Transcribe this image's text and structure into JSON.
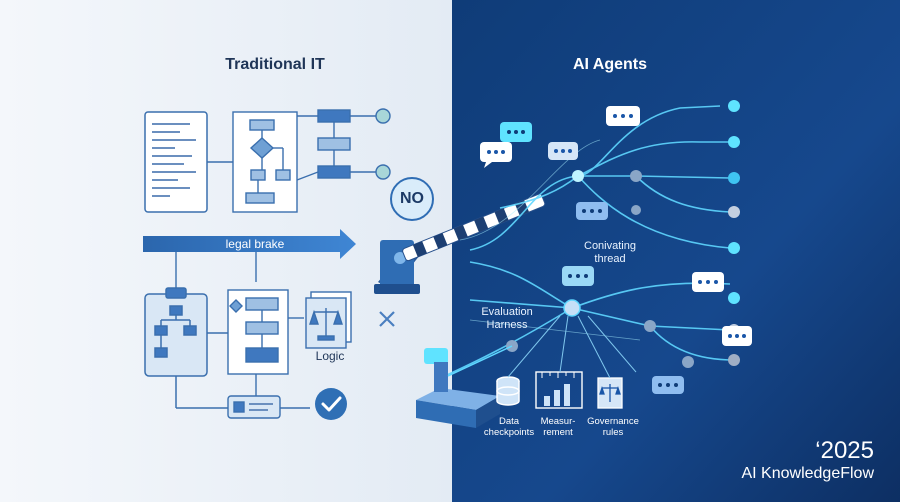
{
  "left_panel": {
    "title": "Traditional IT",
    "arrow_label": "legal brake",
    "logic_label": "Logic"
  },
  "barrier": {
    "sign_label": "NO"
  },
  "right_panel": {
    "title": "AI Agents",
    "thread_label": "Conivating\nthread",
    "harness_label": "Evaluation\nHarness",
    "tools": [
      {
        "label": "Data\ncheckpoints",
        "icon": "database-icon"
      },
      {
        "label": "Measur-\nrement",
        "icon": "measurement-chart-icon"
      },
      {
        "label": "Governance\nrules",
        "icon": "governance-scale-icon"
      }
    ]
  },
  "footer": {
    "year": "‘2025",
    "brand": "AI KnowledgeFlow"
  },
  "colors": {
    "left_bg": "#eef3f8",
    "right_bg": "#133f7e",
    "accent_blue": "#2f6fb5",
    "glow_cyan": "#5fe3ff",
    "check_green": "#2f6fb5"
  }
}
